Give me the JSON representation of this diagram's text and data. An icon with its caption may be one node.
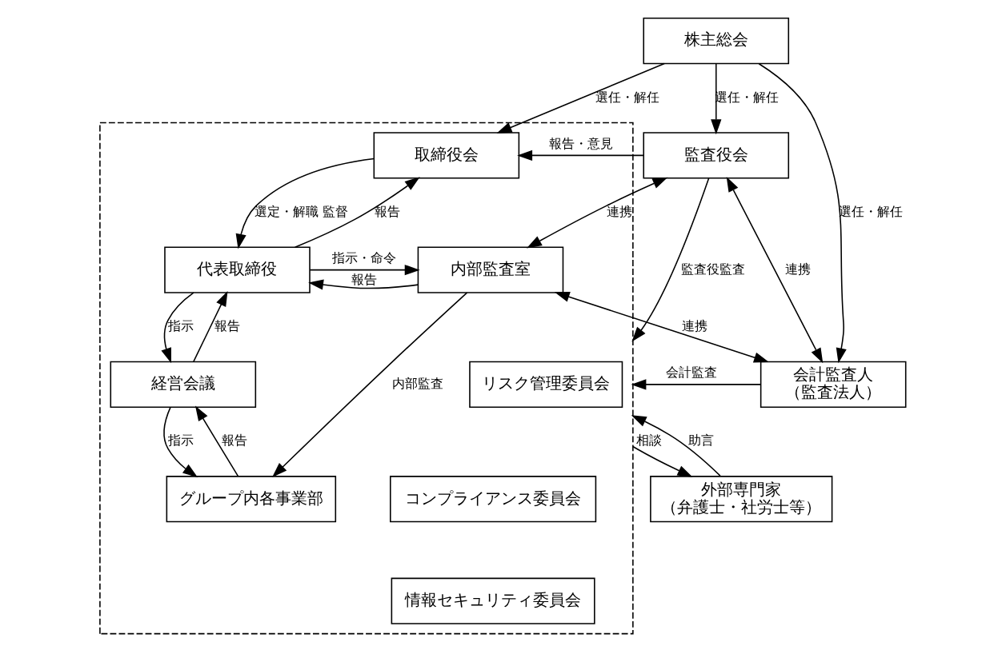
{
  "diagram": {
    "nodes": [
      {
        "text": [
          "株主総会"
        ]
      },
      {
        "text": [],
        "shape": "box"
      },
      {
        "text": [
          "取締役会"
        ],
        "in": 1
      },
      {
        "text": [
          "監査役会"
        ]
      },
      {
        "text": [
          "代表取締役"
        ],
        "in": 1
      },
      {
        "text": [
          "内部監査室"
        ],
        "in": 1
      },
      {
        "text": [
          "経営会議"
        ],
        "in": 1
      },
      {
        "text": [
          "リスク管理委員会"
        ],
        "in": 1
      },
      {
        "text": [
          "コンプライアンス委員会"
        ],
        "in": 1
      },
      {
        "text": [
          "情報セキュリティ委員会"
        ],
        "in": 1
      },
      {
        "text": [
          "会計監査人",
          "（監査法人）"
        ]
      },
      {
        "text": [
          "外部専門家",
          "（弁護士・社労士等）"
        ]
      },
      {
        "text": [
          "グループ内各事業部"
        ],
        "in": 1
      }
    ],
    "edges": [
      {
        "from": 0,
        "to": 2,
        "arrow": "to",
        "label": "選任・解任"
      },
      {
        "from": 0,
        "to": 3,
        "arrow": "to",
        "label": "選任・解任"
      },
      {
        "from": 0,
        "to": 10,
        "arrow": "to",
        "label": "選任・解任"
      },
      {
        "from": 3,
        "to": 1,
        "arrow": "to",
        "label": "監査役監査"
      },
      {
        "from": 3,
        "to": 2,
        "arrow": "to",
        "label": "報告・意見"
      },
      {
        "from": 2,
        "to": 4,
        "arrow": "to",
        "label": "選定・解職 監督"
      },
      {
        "from": 4,
        "to": 2,
        "arrow": "to",
        "label": "報告"
      },
      {
        "from": 4,
        "to": 5,
        "arrow": "to",
        "label": "指示・命令"
      },
      {
        "from": 5,
        "to": 4,
        "arrow": "to",
        "label": "報告"
      },
      {
        "from": 3,
        "to": 5,
        "arrow": "both",
        "label": "連携"
      },
      {
        "from": 3,
        "to": 10,
        "arrow": "both",
        "label": "連携"
      },
      {
        "from": 5,
        "to": 10,
        "arrow": "both",
        "label": "連携"
      },
      {
        "from": 10,
        "to": 1,
        "arrow": "to",
        "label": "会計監査"
      },
      {
        "from": 4,
        "to": 6,
        "arrow": "to",
        "label": "指示"
      },
      {
        "from": 6,
        "to": 4,
        "arrow": "to",
        "label": "報告"
      },
      {
        "from": 6,
        "to": 12,
        "arrow": "to",
        "label": "指示"
      },
      {
        "from": 12,
        "to": 6,
        "arrow": "to",
        "label": "報告"
      },
      {
        "from": 5,
        "to": 12,
        "arrow": "to",
        "label": "内部監査"
      },
      {
        "from": 1,
        "to": 11,
        "arrow": "to",
        "label": "相談"
      },
      {
        "from": 11,
        "to": 1,
        "arrow": "to",
        "label": "助言"
      }
    ]
  }
}
